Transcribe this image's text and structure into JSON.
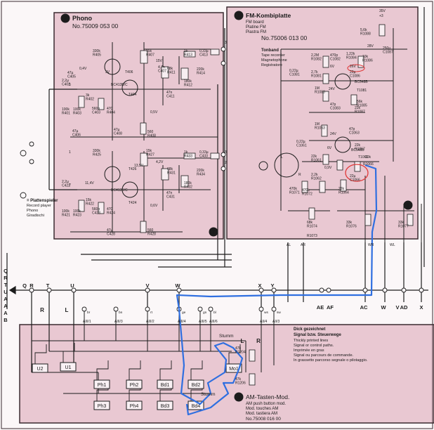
{
  "colors": {
    "panel": "#e9c8d2",
    "panel_edge": "#3a2a30",
    "ink": "#1c1c1c",
    "annotation_blue": "#2f6fe0",
    "annotation_red": "#e03a3a",
    "paper": "#fbf7f8"
  },
  "phono": {
    "number": "7",
    "title": "Phono",
    "code": "No.75009 053 00",
    "badge": "7",
    "labels": {
      "r402": "3k\nR402",
      "r401": "100k\nR401",
      "r403": "100k\nR403",
      "c402": "2,2µ\nC402",
      "c406": "47µ\nC406",
      "r407": "15k\nR407",
      "r405": "330k\nR405",
      "c405": "47µ\nC405",
      "t406": "T406",
      "bc413a": "BC413B/C",
      "t404": "T404",
      "c403": "560p\nC403",
      "r404": "470\nR404",
      "c408": "47µ\nC408",
      "r408": "560\nR408",
      "c407": "4,7n\nC407",
      "r411": "68k\nR411",
      "c411": "47n\nC411",
      "r412": "180k\nR412",
      "r413": "1k\nR413",
      "c413": "0,33µ\nC413",
      "r414": "220k\nR414",
      "v04": "0,4V",
      "v3a": "3V",
      "v05": "0,5V",
      "v15": "15V",
      "v13": "13,5V",
      "r425": "330k\nR425",
      "r427": "15k\nR427",
      "t426": "T426",
      "t424": "T424",
      "bc413b": "BC413B/C",
      "c422": "2,2µ\nC422",
      "r422": "15k\nR422",
      "r421": "100k\nR421",
      "r423": "100k\nR423",
      "c423": "560p\nC423",
      "r424": "470\nR424",
      "c428": "47µ\nC428",
      "r428": "560\nR428",
      "r431": "68k\nR431",
      "c431": "47n\nC431",
      "r432": "180k\nR432",
      "r433": "1k\nR433",
      "c433": "0,33µ\nC433",
      "r434": "220k\nR434",
      "v114": "11,4V",
      "v15b": "15V",
      "v06": "0,6V",
      "v04b": "0,4V",
      "v42": "4,2V"
    }
  },
  "fm": {
    "number": "1",
    "title": "FM-Kombiplatte",
    "sub": [
      "FM board",
      "Platine FM",
      "Piastra FM"
    ],
    "code": "No.75006 013 00",
    "badge": "1",
    "tonband": [
      "Tonband",
      "Tape recorder",
      "Magnetophone",
      "Registratore"
    ],
    "labels": {
      "v35": "35V",
      "v3": "+3",
      "r1088": "5,6k\nR1088",
      "c1087": "250µ\nC1087",
      "v28": "28V",
      "r1082": "2,2M\nR1082",
      "c1082": "470p\nC1082",
      "r1084": "1,22k\nR1084",
      "r1086": "10k\nR1086",
      "c1081": "0,22µ\nC1081",
      "r1081": "2,7k\nR1081",
      "v6a": "6V",
      "v26": "26V",
      "v24": "24V",
      "c1086": "22µ\nC1086",
      "bc548a": "BC548B",
      "t1081": "T1081",
      "r1083": "1M\nR1083",
      "c1083": "47p\nC1083",
      "r1085": "56k\nR1085",
      "r1087": "22k\nR1087",
      "r1063": "1M\nR1063",
      "c1063": "47p\nC1063",
      "c1061": "0,22µ\nC1061",
      "r1061": "22k\nR1061",
      "r1067": "22k\nR1067",
      "bc548b": "BC548B",
      "t1061": "T1061",
      "r1065": "10k",
      "r1066": "R1066",
      "c1066": "22µ\nC1066",
      "r1062": "2,2k\nR1062",
      "r1064": "22k\nR1064",
      "r1071": "470k\nR1071",
      "r1072": "470k\nR1072",
      "r1074": "68k\nR1074",
      "r1073": "R1073",
      "r1076": "33k\nR1076",
      "r1077": "33k\nR1077",
      "v6b": "6V",
      "v09": "0,9V",
      "v24b": "24V",
      "vL": "L",
      "vR": "R",
      "vAL": "AL",
      "vAR": "AR",
      "vWR": "WR",
      "vWL": "WL"
    }
  },
  "am": {
    "number": "3",
    "title": "AM-Tasten-Mod.",
    "sub": [
      "AM push button mod.",
      "Mod. touches AM",
      "Mod. tastiera AM"
    ],
    "code": "No.75008 016 00",
    "buttons": [
      "U2",
      "U1",
      "Ph1",
      "Ph2",
      "Bd1",
      "Bd2",
      "Mo1",
      "Ph3",
      "Ph4",
      "Bd3",
      "Bd4"
    ],
    "stumm": "Stumm",
    "stumm2": "Stumm",
    "r1204": "47k\nR1204",
    "r1206": "47k\nR1206",
    "connectors": [
      "AIII/1",
      "AIII/3",
      "AIII/2",
      "AIII/4",
      "AIII/5",
      "AIII/6",
      "AII/4",
      "AII/3"
    ],
    "wires": [
      "br",
      "bn",
      "rt",
      "ge",
      "gn",
      "bl",
      "ws",
      "sw"
    ]
  },
  "left_labels": {
    "record_player": [
      "= Plattenspieler",
      "Record player",
      "Phono",
      "Giradischi"
    ]
  },
  "legend": {
    "title": "Dick gezeichnet",
    "title2": "Signal bzw. Steuerwege",
    "lines": [
      "Thickly printed lines",
      "Signal or control paths.",
      "Imprimée en gras",
      "Signal ou parcours de commande.",
      "In grassetto parcorso segnale o pilotaggio."
    ]
  },
  "bus_letters": [
    "Q",
    "R",
    "T",
    "U",
    "V",
    "W",
    "X",
    "Y"
  ],
  "bus_bottom": [
    "AE",
    "AF",
    "AC",
    "W",
    "V",
    "AD",
    "X"
  ],
  "side_letters": [
    "Q",
    "R",
    "T",
    "U",
    "A",
    "A",
    "A",
    "B"
  ],
  "mid_letters": [
    "R",
    "L",
    "L",
    "R"
  ],
  "small_nums": [
    "5",
    "7",
    "1",
    "3",
    "2",
    "3"
  ]
}
